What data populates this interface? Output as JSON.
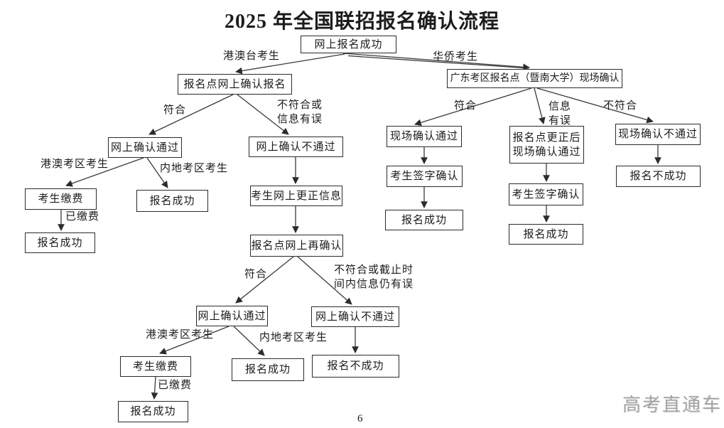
{
  "page": {
    "title": "2025 年全国联招报名确认流程",
    "page_number": "6",
    "watermark": "高考直通车"
  },
  "nodes": {
    "start": "网上报名成功",
    "left_confirm": "报名点网上确认报名",
    "gd_confirm": "广东考区报名点（暨南大学）现场确认",
    "pass1": "网上确认通过",
    "fail1": "网上确认不通过",
    "pay1": "考生缴费",
    "success_mainland1": "报名成功",
    "success_hk1": "报名成功",
    "correct_info": "考生网上更正信息",
    "reconfirm": "报名点网上再确认",
    "pass2": "网上确认通过",
    "fail2": "网上确认不通过",
    "pay2": "考生缴费",
    "success_mainland2": "报名成功",
    "fail_mid": "报名不成功",
    "success_hk2": "报名成功",
    "site_pass": "现场确认通过",
    "site_corrected": "报名点更正后\n现场确认通过",
    "site_fail": "现场确认不通过",
    "sign1": "考生签字确认",
    "sign2": "考生签字确认",
    "success_site1": "报名成功",
    "success_site2": "报名成功",
    "fail_right": "报名不成功"
  },
  "labels": {
    "hmt": "港澳台考生",
    "overseas": "华侨考生",
    "fit1": "符合",
    "unfit1": "不符合或\n信息有误",
    "hk_zone1": "港澳考区考生",
    "mainland_zone1": "内地考区考生",
    "paid1": "已缴费",
    "fit2": "符合",
    "unfit2": "不符合或截止时\n间内信息仍有误",
    "hk_zone2": "港澳考区考生",
    "mainland_zone2": "内地考区考生",
    "paid2": "已缴费",
    "fit_gd": "符合",
    "info_error": "信息\n有误",
    "unfit_gd": "不符合"
  }
}
